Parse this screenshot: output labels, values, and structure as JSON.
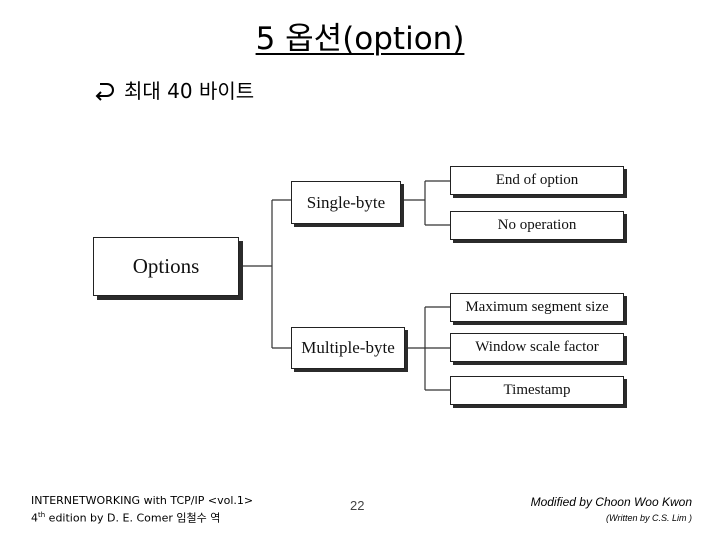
{
  "slide": {
    "title": "5 옵션(option)",
    "bullet": {
      "icon": "right-hook-arrow-icon",
      "text": "최대 40 바이트"
    }
  },
  "diagram": {
    "root": "Options",
    "branches": [
      {
        "label": "Single-byte",
        "leaves": [
          "End of option",
          "No operation"
        ]
      },
      {
        "label": "Multiple-byte",
        "leaves": [
          "Maximum segment size",
          "Window scale factor",
          "Timestamp"
        ]
      }
    ]
  },
  "footer": {
    "left_line1": "INTERNETWORKING with TCP/IP <vol.1>",
    "left_line2_num": "4",
    "left_line2_sup": "th",
    "left_line2_rest": " edition by D. E. Comer 임철수 역",
    "page_number": "22",
    "right_line1": "Modified by Choon Woo Kwon",
    "right_line2": "(Written by C.S. Lim )"
  }
}
